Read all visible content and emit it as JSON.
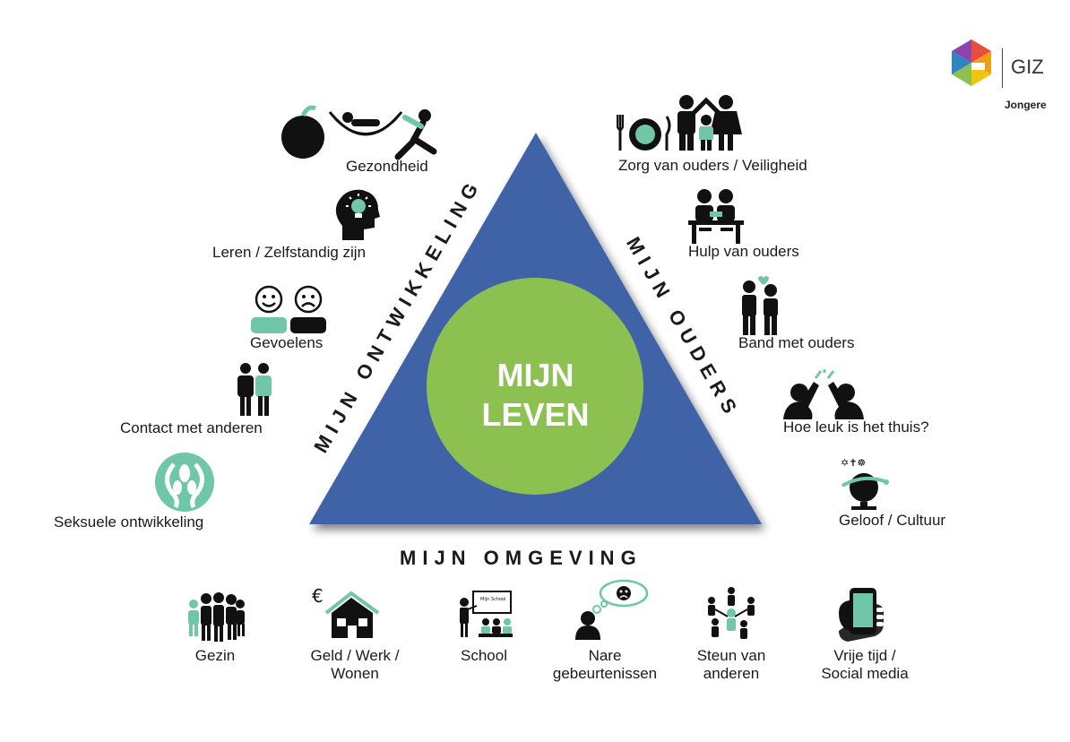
{
  "logo": {
    "name": "GIZ",
    "subtitle": "Jongere"
  },
  "center": {
    "line1": "MIJN",
    "line2": "LEVEN"
  },
  "sides": {
    "left": "MIJN ONTWIKKELING",
    "right": "MIJN OUDERS",
    "bottom": "MIJN OMGEVING"
  },
  "left_items": [
    {
      "label": "Gezondheid",
      "icon": "apple-hammock-yoga-icon"
    },
    {
      "label": "Leren / Zelfstandig zijn",
      "icon": "head-lightbulb-icon"
    },
    {
      "label": "Gevoelens",
      "icon": "happy-sad-faces-icon"
    },
    {
      "label": "Contact met anderen",
      "icon": "two-people-icon"
    },
    {
      "label": "Seksuele ontwikkeling",
      "icon": "hands-circle-icon"
    }
  ],
  "right_items": [
    {
      "label": "Zorg van ouders / Veiligheid",
      "icon": "plate-family-icon"
    },
    {
      "label": "Hulp van ouders",
      "icon": "parent-child-desk-icon"
    },
    {
      "label": "Band met ouders",
      "icon": "parent-child-heart-icon"
    },
    {
      "label": "Hoe leuk is het thuis?",
      "icon": "high-five-icon"
    },
    {
      "label": "Geloof / Cultuur",
      "icon": "globe-religion-icon"
    }
  ],
  "bottom_items": [
    {
      "line1": "Gezin",
      "line2": "",
      "icon": "family-group-icon"
    },
    {
      "line1": "Geld / Werk /",
      "line2": "Wonen",
      "icon": "euro-house-icon"
    },
    {
      "line1": "School",
      "line2": "",
      "icon": "classroom-icon",
      "board_text": "Mijn School"
    },
    {
      "line1": "Nare",
      "line2": "gebeurtenissen",
      "icon": "sad-thought-icon"
    },
    {
      "line1": "Steun van",
      "line2": "anderen",
      "icon": "support-circle-icon"
    },
    {
      "line1": "Vrije tijd /",
      "line2": "Social media",
      "icon": "phone-hand-icon"
    }
  ],
  "colors": {
    "triangle": "#3f64a8",
    "circle": "#8cc152",
    "accent": "#6fc7a8",
    "text": "#1a1a1a"
  }
}
